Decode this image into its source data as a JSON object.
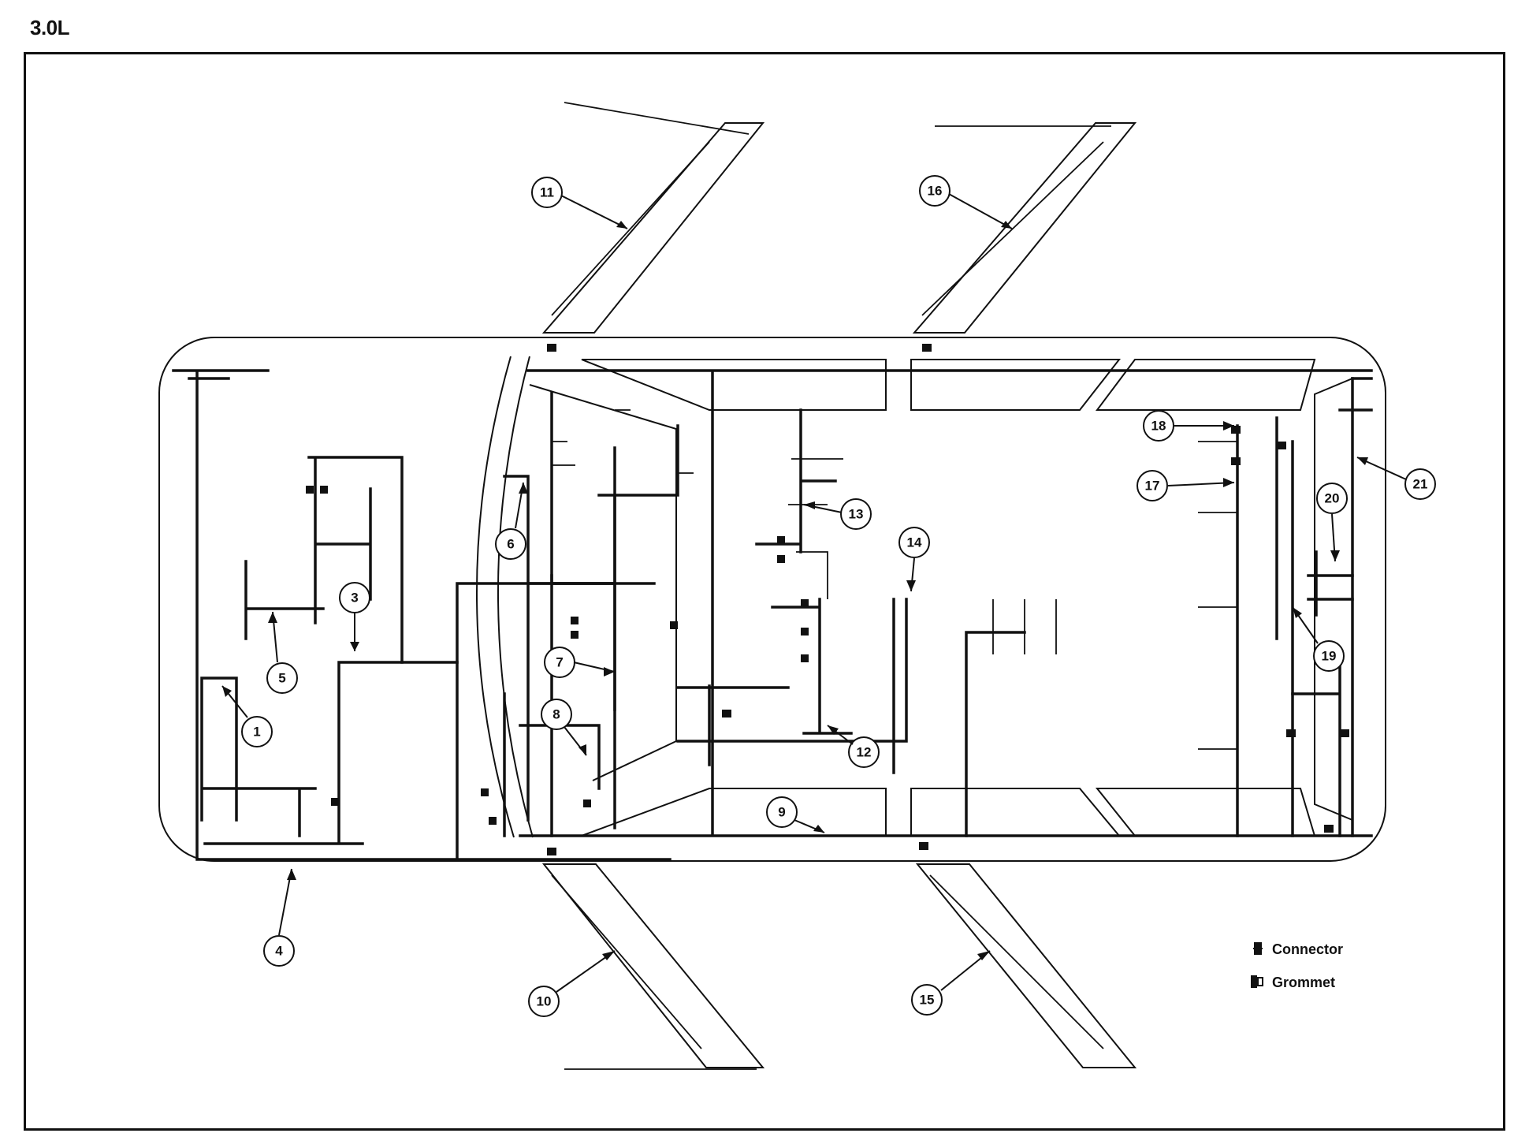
{
  "title": "3.0L",
  "callouts": [
    "1",
    "3",
    "4",
    "5",
    "6",
    "7",
    "8",
    "9",
    "10",
    "11",
    "12",
    "13",
    "14",
    "15",
    "16",
    "17",
    "18",
    "19",
    "20",
    "21"
  ],
  "legend": {
    "connector": "Connector",
    "grommet": "Grommet"
  },
  "colors": {
    "line": "#111111",
    "background": "#ffffff"
  }
}
